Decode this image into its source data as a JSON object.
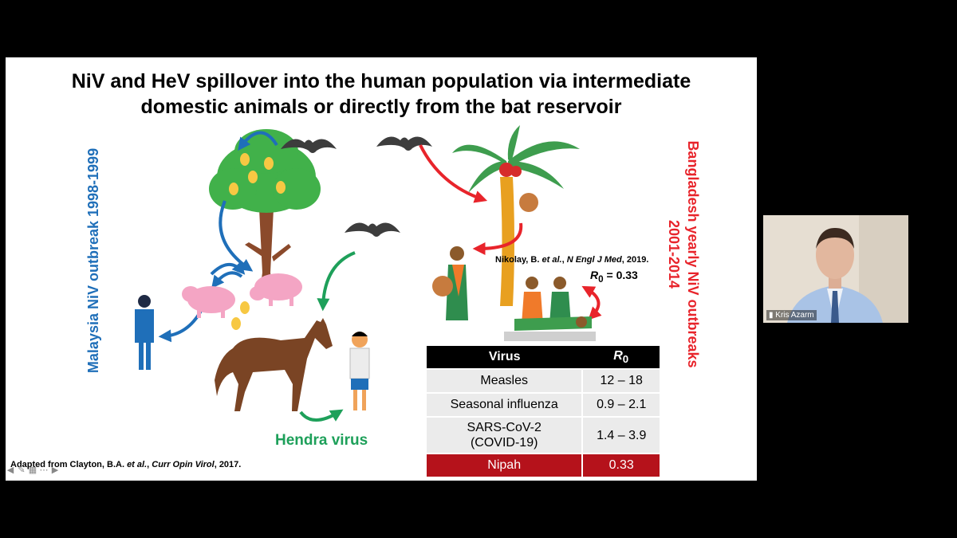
{
  "slide": {
    "title_line1": "NiV and HeV spillover into the human population via intermediate",
    "title_line2": "domestic animals or directly from the bat reservoir",
    "left_label": "Malaysia NiV outbreak 1998-1999",
    "right_label_line1": "Bangladesh yearly NiV outbreaks",
    "right_label_line2": "2001-2014",
    "hendra_label": "Hendra virus",
    "citation_prefix": "Adapted from Clayton, B.A. ",
    "citation_etal": "et al.",
    "citation_sep": ", ",
    "citation_journal": "Curr Opin Virol",
    "citation_year": ", 2017.",
    "nikolay_prefix": "Nikolay, B. ",
    "nikolay_etal": "et al.",
    "nikolay_sep": ", ",
    "nikolay_journal": "N Engl J Med",
    "nikolay_year": ", 2019.",
    "r0_symbol": "R",
    "r0_sub": "0",
    "r0_value": " = 0.33"
  },
  "table": {
    "header_virus": "Virus",
    "header_r": "R",
    "header_r_sub": "0",
    "rows": [
      {
        "virus": "Measles",
        "r0": "12 – 18"
      },
      {
        "virus": "Seasonal influenza",
        "r0": "0.9 – 2.1"
      },
      {
        "virus_line1": "SARS-CoV-2",
        "virus_line2": "(COVID-19)",
        "r0": "1.4 – 3.9"
      },
      {
        "virus": "Nipah",
        "r0": "0.33"
      }
    ],
    "highlight_color": "#b5121b"
  },
  "webcam": {
    "participant_name": "Kris Azarm"
  },
  "colors": {
    "malaysia_blue": "#1f6fb9",
    "bangladesh_red": "#e8242b",
    "hendra_green": "#1ea05a"
  },
  "icons": [
    "bat-icon",
    "tree-icon",
    "pig-icon",
    "horse-icon",
    "person-icon",
    "palm-tree-icon",
    "woman-icon",
    "signal-icon"
  ]
}
